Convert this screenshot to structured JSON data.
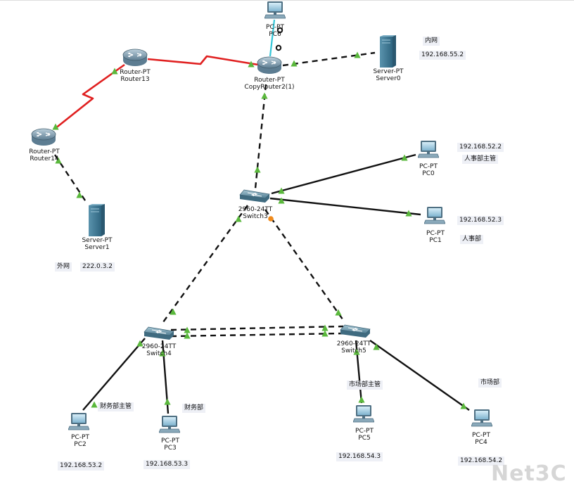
{
  "devices": {
    "pc6": {
      "type": "PC-PT",
      "name": "PC6"
    },
    "router13": {
      "type": "Router-PT",
      "name": "Router13"
    },
    "router2": {
      "type": "Router-PT",
      "name": "CopyRouter2(1)"
    },
    "server0": {
      "type": "Server-PT",
      "name": "Server0"
    },
    "router14": {
      "type": "Router-PT",
      "name": "Router14"
    },
    "server1": {
      "type": "Server-PT",
      "name": "Server1"
    },
    "switch3": {
      "type": "2960-24TT",
      "name": "Switch3"
    },
    "pc0": {
      "type": "PC-PT",
      "name": "PC0"
    },
    "pc1": {
      "type": "PC-PT",
      "name": "PC1"
    },
    "switch4": {
      "type": "2960-24TT",
      "name": "Switch4"
    },
    "switch5": {
      "type": "2960-24TT",
      "name": "Switch5"
    },
    "pc2": {
      "type": "PC-PT",
      "name": "PC2"
    },
    "pc3": {
      "type": "PC-PT",
      "name": "PC3"
    },
    "pc5": {
      "type": "PC-PT",
      "name": "PC5"
    },
    "pc4": {
      "type": "PC-PT",
      "name": "PC4"
    }
  },
  "notes": {
    "intranet": "内网",
    "intranet_ip": "192.168.55.2",
    "internet": "外网",
    "internet_ip": "222.0.3.2",
    "pc0_ip": "192.168.52.2",
    "hr_manager": "人事部主管",
    "pc1_ip": "192.168.52.3",
    "hr_dept": "人事部",
    "finance_manager": "财务部主管",
    "finance_dept": "财务部",
    "marketing_manager": "市场部主管",
    "marketing_dept": "市场部",
    "pc2_ip": "192.168.53.2",
    "pc3_ip": "192.168.53.3",
    "pc5_ip": "192.168.54.3",
    "pc4_ip": "192.168.54.2"
  },
  "watermark": "Net3C",
  "colors": {
    "serial_link": "#e02020",
    "ethernet_link": "#111111",
    "console_link": "#33c6d8",
    "link_up": "#5ab83c",
    "link_blocking": "#f08a1c"
  }
}
